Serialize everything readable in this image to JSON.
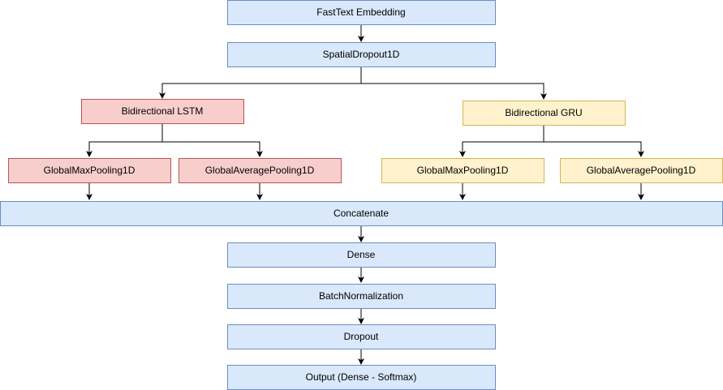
{
  "colors": {
    "blue_fill": "#dae8fc",
    "blue_stroke": "#6c8ebf",
    "red_fill": "#f8cecc",
    "red_stroke": "#b85450",
    "yellow_fill": "#fff2cc",
    "yellow_stroke": "#d6b656",
    "edge": "#000000"
  },
  "nodes": {
    "fasttext": "FastText Embedding",
    "spatial_dropout": "SpatialDropout1D",
    "bilstm": "Bidirectional LSTM",
    "bigru": "Bidirectional GRU",
    "lstm_maxpool": "GlobalMaxPooling1D",
    "lstm_avgpool": "GlobalAveragePooling1D",
    "gru_maxpool": "GlobalMaxPooling1D",
    "gru_avgpool": "GlobalAveragePooling1D",
    "concatenate": "Concatenate",
    "dense": "Dense",
    "batchnorm": "BatchNormalization",
    "dropout": "Dropout",
    "output": "Output (Dense - Softmax)"
  }
}
